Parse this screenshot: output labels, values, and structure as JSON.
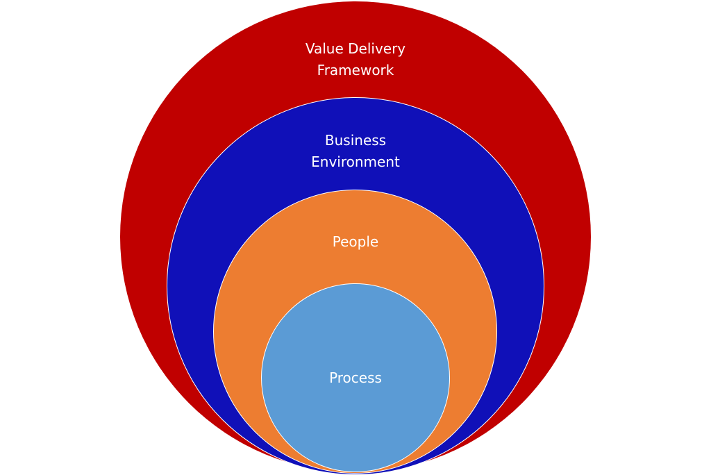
{
  "diagram": {
    "type": "nested-circles",
    "layers": [
      {
        "line1": "Value Delivery",
        "line2": "Framework",
        "color": "#c00000"
      },
      {
        "line1": "Business",
        "line2": "Environment",
        "color": "#1010b8"
      },
      {
        "line1": "People",
        "line2": "",
        "color": "#ed7d31"
      },
      {
        "line1": "Process",
        "line2": "",
        "color": "#5b9bd5"
      }
    ]
  }
}
